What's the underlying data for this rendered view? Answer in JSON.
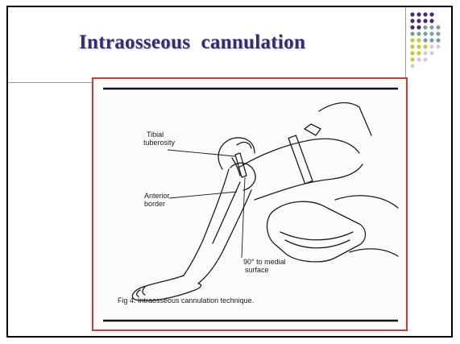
{
  "slide": {
    "title": "Intraosseous  cannulation"
  },
  "figure": {
    "labels": {
      "tibial": "Tibial",
      "tuberosity": "tuberosity",
      "anterior": "Anterior",
      "border": "border",
      "medial_line1": "90° to medial",
      "medial_line2": "surface"
    },
    "caption": "Fig 4. Intraosseous cannulation technique."
  },
  "colors": {
    "title": "#3b2a73",
    "frame_border": "#d23a3a",
    "dot_purple": "#4b2a6f",
    "dot_teal": "#7f9ea0",
    "dot_olive": "#c9c93a",
    "dot_lavender": "#cfcde0"
  }
}
